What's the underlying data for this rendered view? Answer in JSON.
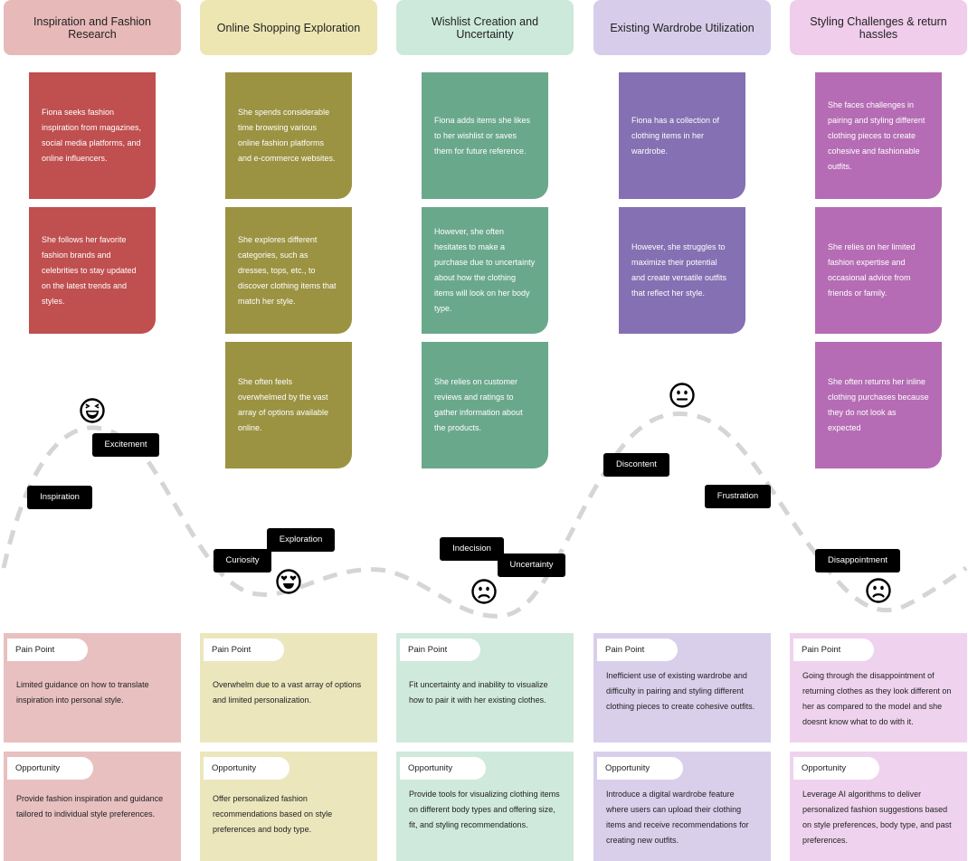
{
  "stages": [
    {
      "title": "Inspiration and Fashion Research",
      "header_color": "#e8b9b9",
      "card_color": "#c04f4f",
      "panel_color": "#e8c0c0",
      "cards": [
        "Fiona seeks fashion inspiration from magazines, social media platforms, and online influencers.",
        "She follows her favorite fashion brands and celebrities to stay updated on the latest trends and styles."
      ],
      "pain_point": "Limited guidance on how to translate inspiration into personal style.",
      "opportunity": "Provide fashion inspiration and guidance tailored to individual style preferences."
    },
    {
      "title": "Online Shopping Exploration",
      "header_color": "#ede6b3",
      "card_color": "#9b9342",
      "panel_color": "#ece6bd",
      "cards": [
        "She spends considerable time browsing various online fashion platforms and e-commerce websites.",
        "She explores different categories, such as dresses, tops, etc., to discover clothing items that match her style.",
        "She often feels overwhelmed by the vast array of options available online."
      ],
      "pain_point": "Overwhelm due to a vast array of options and limited personalization.",
      "opportunity": "Offer personalized fashion recommendations based on style preferences and body type."
    },
    {
      "title": "Wishlist Creation and Uncertainty",
      "header_color": "#cce9dc",
      "card_color": "#6aa88c",
      "panel_color": "#d0e9dd",
      "cards": [
        "Fiona adds items she likes to her wishlist or saves them for future reference.",
        "However, she often hesitates to make a purchase due to uncertainty about how the clothing items will  look on her body type.",
        "She relies on customer reviews and ratings to gather information about the products."
      ],
      "pain_point": "Fit uncertainty and inability to visualize how to pair it with her existing clothes.",
      "opportunity": "Provide tools for visualizing clothing items on different body types and offering size, fit, and styling recommendations."
    },
    {
      "title": "Existing Wardrobe Utilization",
      "header_color": "#d7cdea",
      "card_color": "#8470b2",
      "panel_color": "#d9cfeb",
      "cards": [
        "Fiona has a collection of clothing items in her wardrobe.",
        "However, she struggles to maximize their potential and create versatile outfits that reflect her style."
      ],
      "pain_point": "Inefficient use of existing wardrobe and difficulty in pairing and styling different clothing pieces to create cohesive outfits.",
      "opportunity": "Introduce a digital wardrobe feature where users can upload their clothing items and receive recommendations for creating new outfits."
    },
    {
      "title": "Styling Challenges & return hassles",
      "header_color": "#efcdeb",
      "card_color": "#b56cb4",
      "panel_color": "#efd3ee",
      "cards": [
        "She faces challenges in pairing and styling different clothing pieces to create cohesive and fashionable outfits.",
        "She relies on her limited fashion expertise and occasional advice from friends or family.",
        "She often returns her inline clothing purchases because they do not look as expected"
      ],
      "pain_point": "Going through the disappointment of returning clothes as they look different on her as compared to the model and she doesnt know what to do with it.",
      "opportunity": "Leverage AI algorithms to deliver personalized fashion suggestions based on style preferences, body type, and past preferences."
    }
  ],
  "labels": {
    "pain_point": "Pain Point",
    "opportunity": "Opportunity"
  },
  "emotions": [
    "Inspiration",
    "Excitement",
    "Curiosity",
    "Exploration",
    "Indecision",
    "Uncertainty",
    "Discontent",
    "Frustration",
    "Disappointment"
  ],
  "faces": [
    "laughing-face-icon",
    "heart-eyes-face-icon",
    "frowning-face-icon",
    "neutral-face-icon",
    "frowning-face-icon"
  ]
}
